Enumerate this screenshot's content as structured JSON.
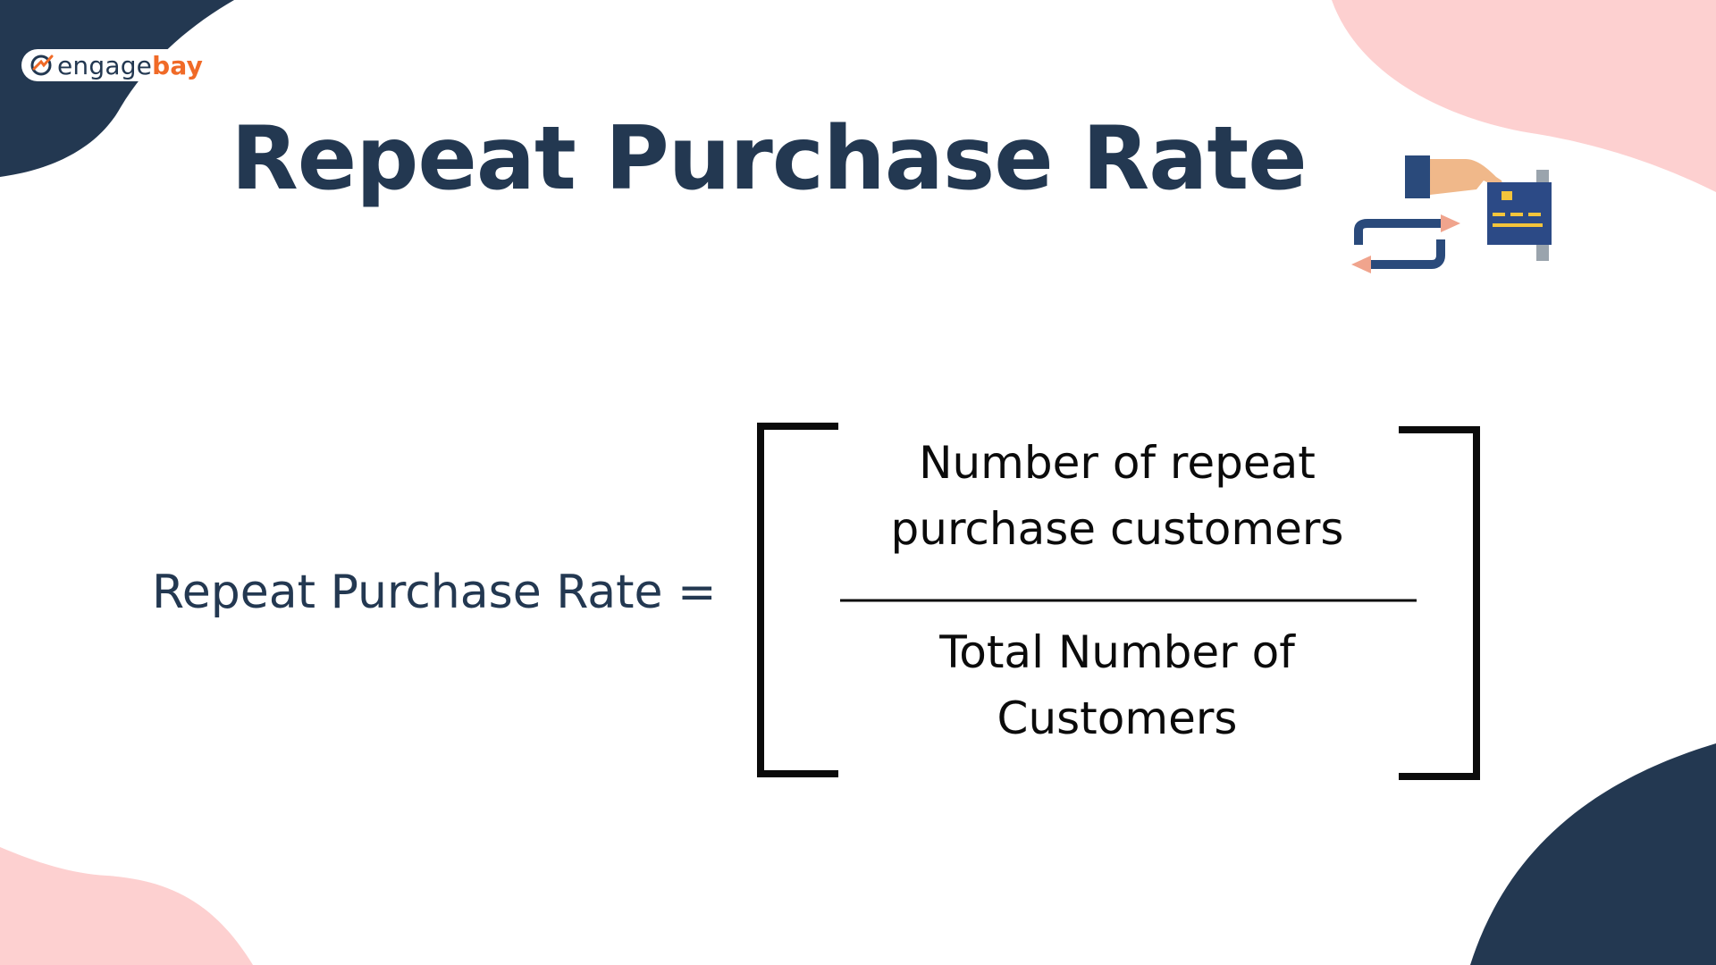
{
  "brand": {
    "logo_text_a": "engage",
    "logo_text_b": "bay",
    "logo_icon": "engagebay-logo-icon"
  },
  "title": "Repeat Purchase Rate",
  "formula": {
    "lhs": "Repeat Purchase Rate =",
    "numerator_line1": "Number of repeat",
    "numerator_line2": "purchase customers",
    "denominator_line1": "Total Number of",
    "denominator_line2": "Customers"
  },
  "illustration": {
    "icon": "repeat-payment-card-icon"
  },
  "colors": {
    "navy": "#233851",
    "pink": "#fdd0d0",
    "orange": "#f06a27",
    "salmon": "#f0a48d",
    "card_blue": "#2c4a86",
    "card_yellow": "#f4c43b"
  }
}
